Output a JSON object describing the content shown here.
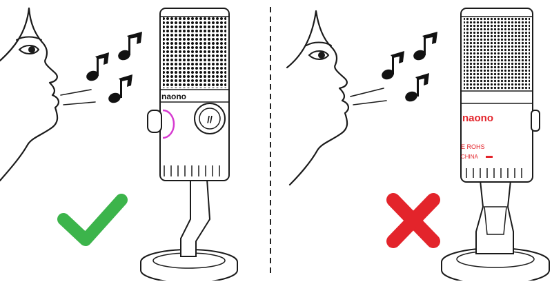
{
  "panels": [
    {
      "id": "correct",
      "verdict": "correct-orientation",
      "verdict_icon": "check-mark-icon",
      "verdict_color": "#3cb44b",
      "mic_view": "side-facing-the-speaker",
      "mic_brand": "naono"
    },
    {
      "id": "incorrect",
      "verdict": "incorrect-orientation",
      "verdict_icon": "cross-mark-icon",
      "verdict_color": "#e3242b",
      "mic_view": "front-with-logo",
      "mic_brand": "naono",
      "mic_labels": {
        "brand": "naono",
        "certification": "E ROHS",
        "origin": "CHINA"
      }
    }
  ],
  "colors": {
    "accent_ring": "#d63ad0",
    "brand_red": "#e3242b",
    "line": "#1a1a1a"
  }
}
